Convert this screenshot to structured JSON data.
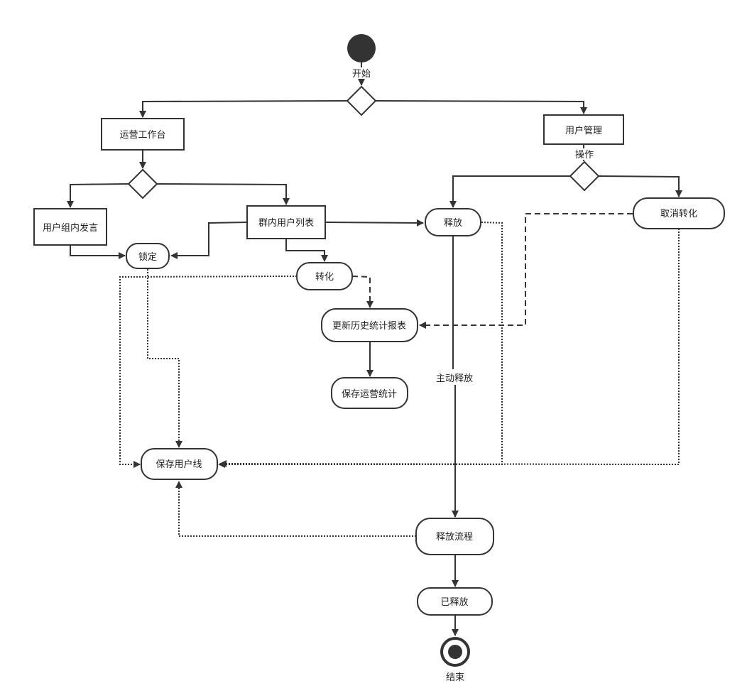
{
  "colors": {
    "stroke": "#333333",
    "fill": "#ffffff",
    "text": "#222222"
  },
  "nodes": {
    "start": "开始",
    "ops_workbench": "运营工作台",
    "user_management": "用户管理",
    "operation": "操作",
    "group_speech": "用户组内发言",
    "group_user_list": "群内用户列表",
    "lock": "锁定",
    "convert": "转化",
    "release": "释放",
    "cancel_convert": "取消转化",
    "update_history_report": "更新历史统计报表",
    "save_ops_stats": "保存运营统计",
    "save_user_line": "保存用户线",
    "release_process": "释放流程",
    "released": "已释放",
    "end": "结束"
  },
  "edge_labels": {
    "active_release": "主动释放"
  }
}
